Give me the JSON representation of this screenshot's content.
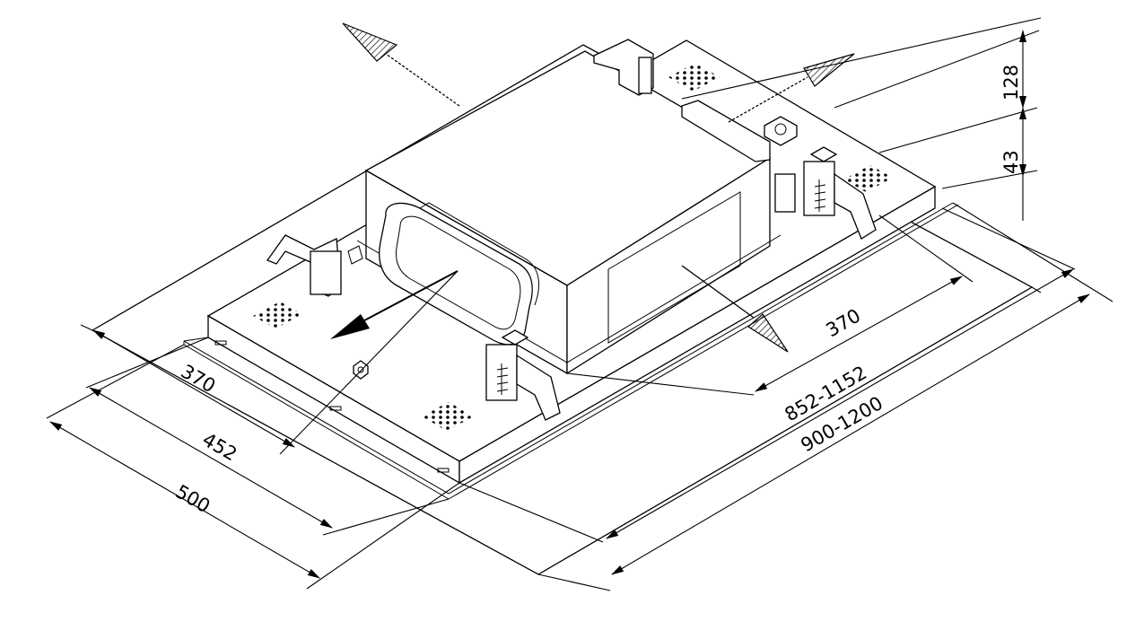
{
  "dimensions": {
    "dim_370_left": "370",
    "dim_452": "452",
    "dim_500": "500",
    "dim_370_right": "370",
    "dim_852_1152": "852-1152",
    "dim_900_1200": "900-1200",
    "dim_128": "128",
    "dim_43": "43"
  }
}
